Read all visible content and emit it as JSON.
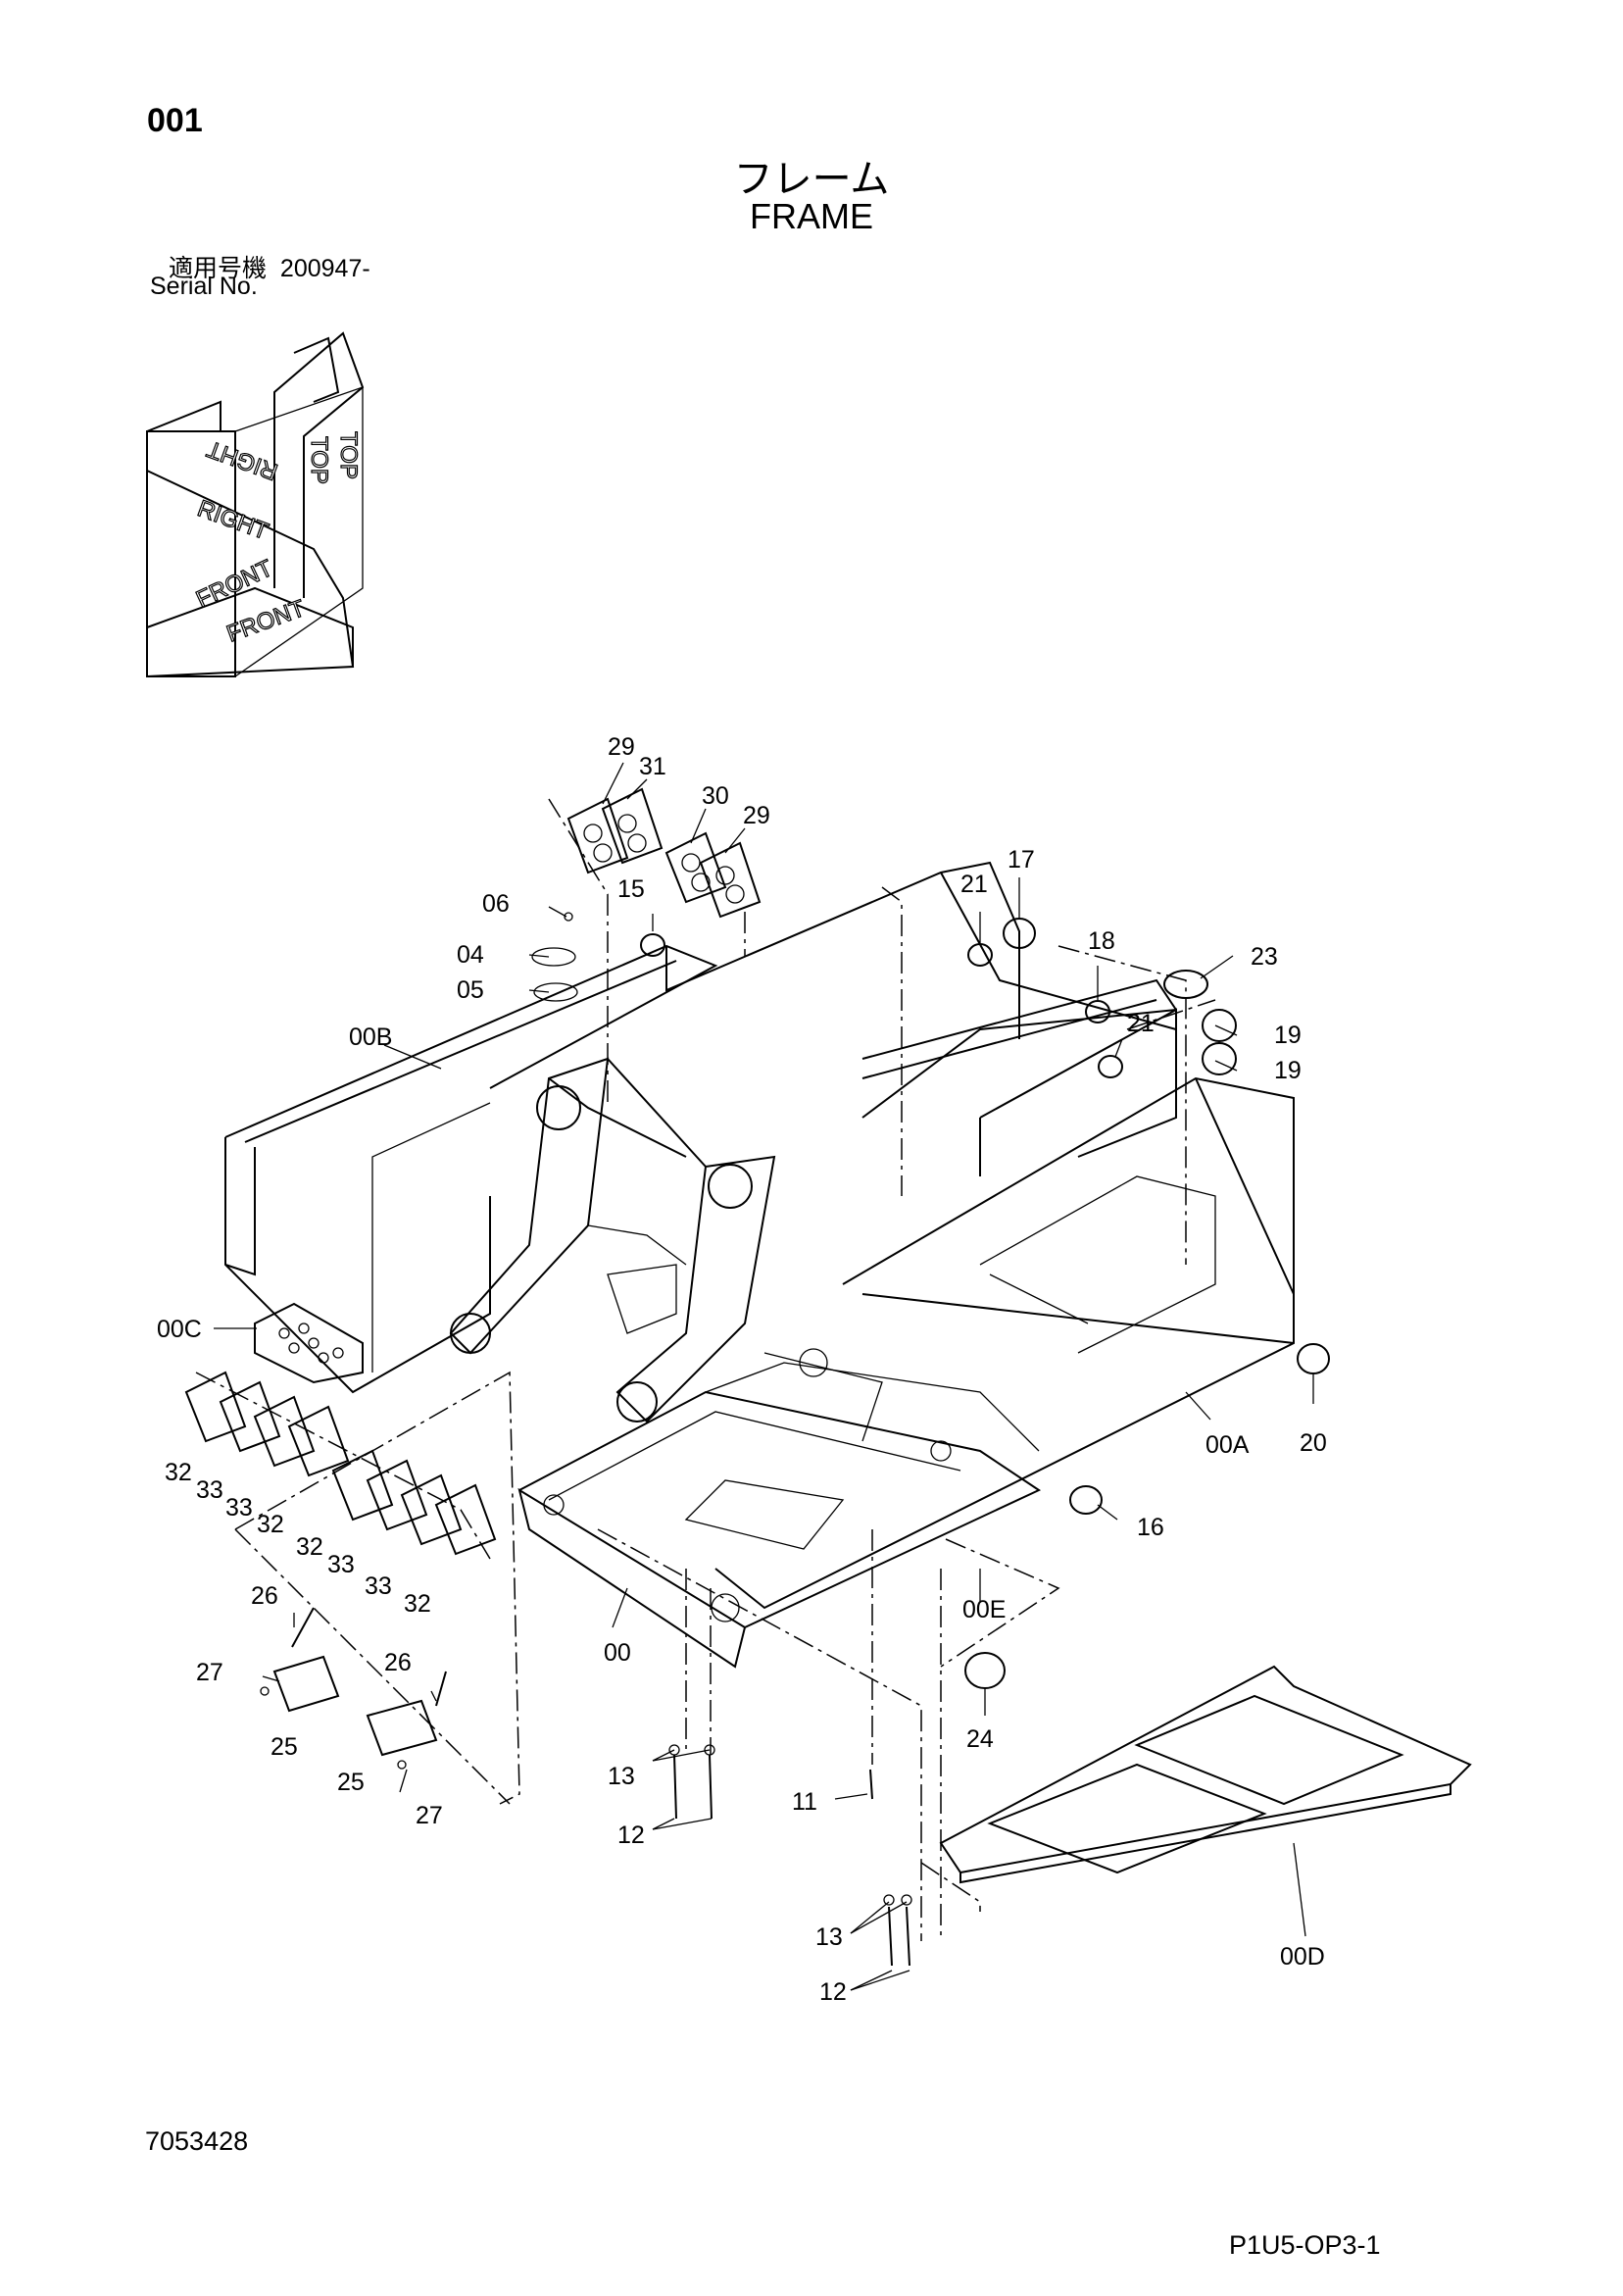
{
  "page_number": "001",
  "title_jp": "フレーム",
  "title_en": "FRAME",
  "serial_label_jp": "適用号機",
  "serial_value": "200947-",
  "serial_label_en": "Serial No.",
  "orientation": {
    "top": "TOP",
    "right": "RIGHT",
    "front": "FRONT"
  },
  "document_number": "7053428",
  "page_code": "P1U5-OP3-1",
  "callouts": {
    "c29a": "29",
    "c31": "31",
    "c30": "30",
    "c29b": "29",
    "c06": "06",
    "c15": "15",
    "c04": "04",
    "c05": "05",
    "c21a": "21",
    "c17": "17",
    "c18": "18",
    "c21b": "21",
    "c23": "23",
    "c19a": "19",
    "c19b": "19",
    "c00B": "00B",
    "c00C": "00C",
    "c20": "20",
    "c00A": "00A",
    "c32a": "32",
    "c33a": "33",
    "c33b": "33",
    "c32b": "32",
    "c32c": "32",
    "c33c": "33",
    "c33d": "33",
    "c32d": "32",
    "c16": "16",
    "c00E": "00E",
    "c26a": "26",
    "c27a": "27",
    "c26b": "26",
    "c25a": "25",
    "c25b": "25",
    "c27b": "27",
    "c00": "00",
    "c24": "24",
    "c13a": "13",
    "c11": "11",
    "c12a": "12",
    "c13b": "13",
    "c12b": "12",
    "c00D": "00D"
  }
}
